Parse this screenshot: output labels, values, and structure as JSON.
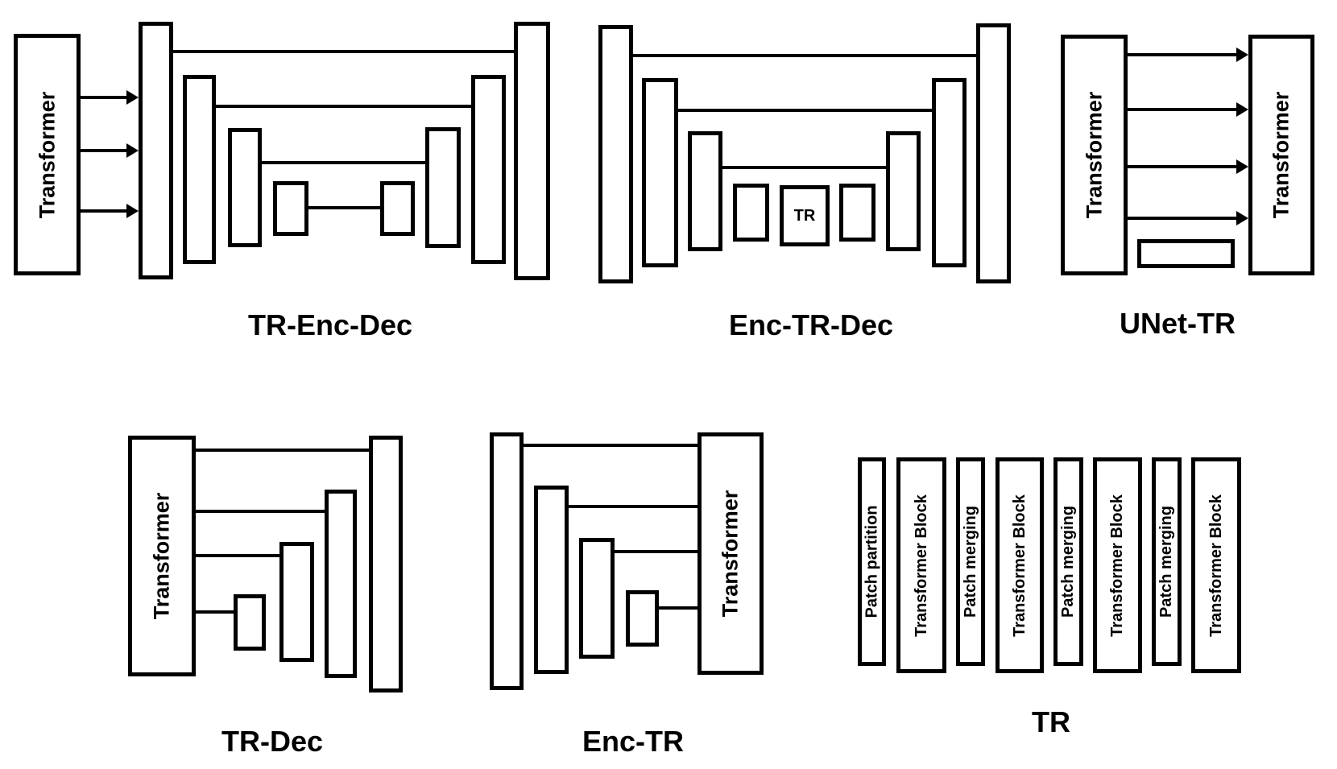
{
  "figure": {
    "background": "#ffffff",
    "stroke": "#000000"
  },
  "diagrams": {
    "tr_enc_dec": {
      "caption": "TR-Enc-Dec",
      "transformer_label": "Transformer"
    },
    "enc_tr_dec": {
      "caption": "Enc-TR-Dec",
      "tr_box_label": "TR"
    },
    "unet_tr": {
      "caption": "UNet-TR",
      "encoder_label": "Transformer",
      "decoder_label": "Transformer"
    },
    "tr_dec": {
      "caption": "TR-Dec",
      "transformer_label": "Transformer"
    },
    "enc_tr": {
      "caption": "Enc-TR",
      "transformer_label": "Transformer"
    },
    "tr": {
      "caption": "TR",
      "blocks": [
        "Patch partition",
        "Transformer Block",
        "Patch merging",
        "Transformer Block",
        "Patch merging",
        "Transformer Block",
        "Patch merging",
        "Transformer Block"
      ]
    }
  }
}
